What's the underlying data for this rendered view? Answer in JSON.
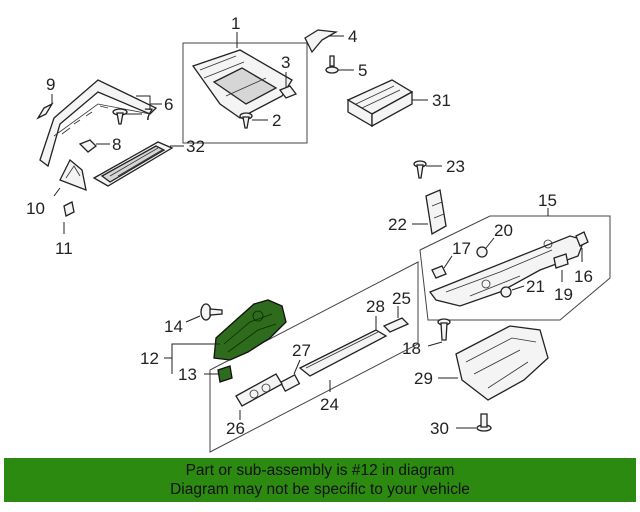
{
  "callouts": {
    "c1": "1",
    "c2": "2",
    "c3": "3",
    "c4": "4",
    "c5": "5",
    "c6": "6",
    "c7": "7",
    "c8": "8",
    "c9": "9",
    "c10": "10",
    "c11": "11",
    "c12": "12",
    "c13": "13",
    "c14": "14",
    "c15": "15",
    "c16": "16",
    "c17": "17",
    "c18": "18",
    "c19": "19",
    "c20": "20",
    "c21": "21",
    "c22": "22",
    "c23": "23",
    "c24": "24",
    "c25": "25",
    "c26": "26",
    "c27": "27",
    "c28": "28",
    "c29": "29",
    "c30": "30",
    "c31": "31",
    "c32": "32"
  },
  "highlighted_part": "12",
  "banner": {
    "line1": "Part or sub-assembly is #12 in diagram",
    "line2": "Diagram may not be specific to your vehicle",
    "background_color": "#2c8a10"
  }
}
